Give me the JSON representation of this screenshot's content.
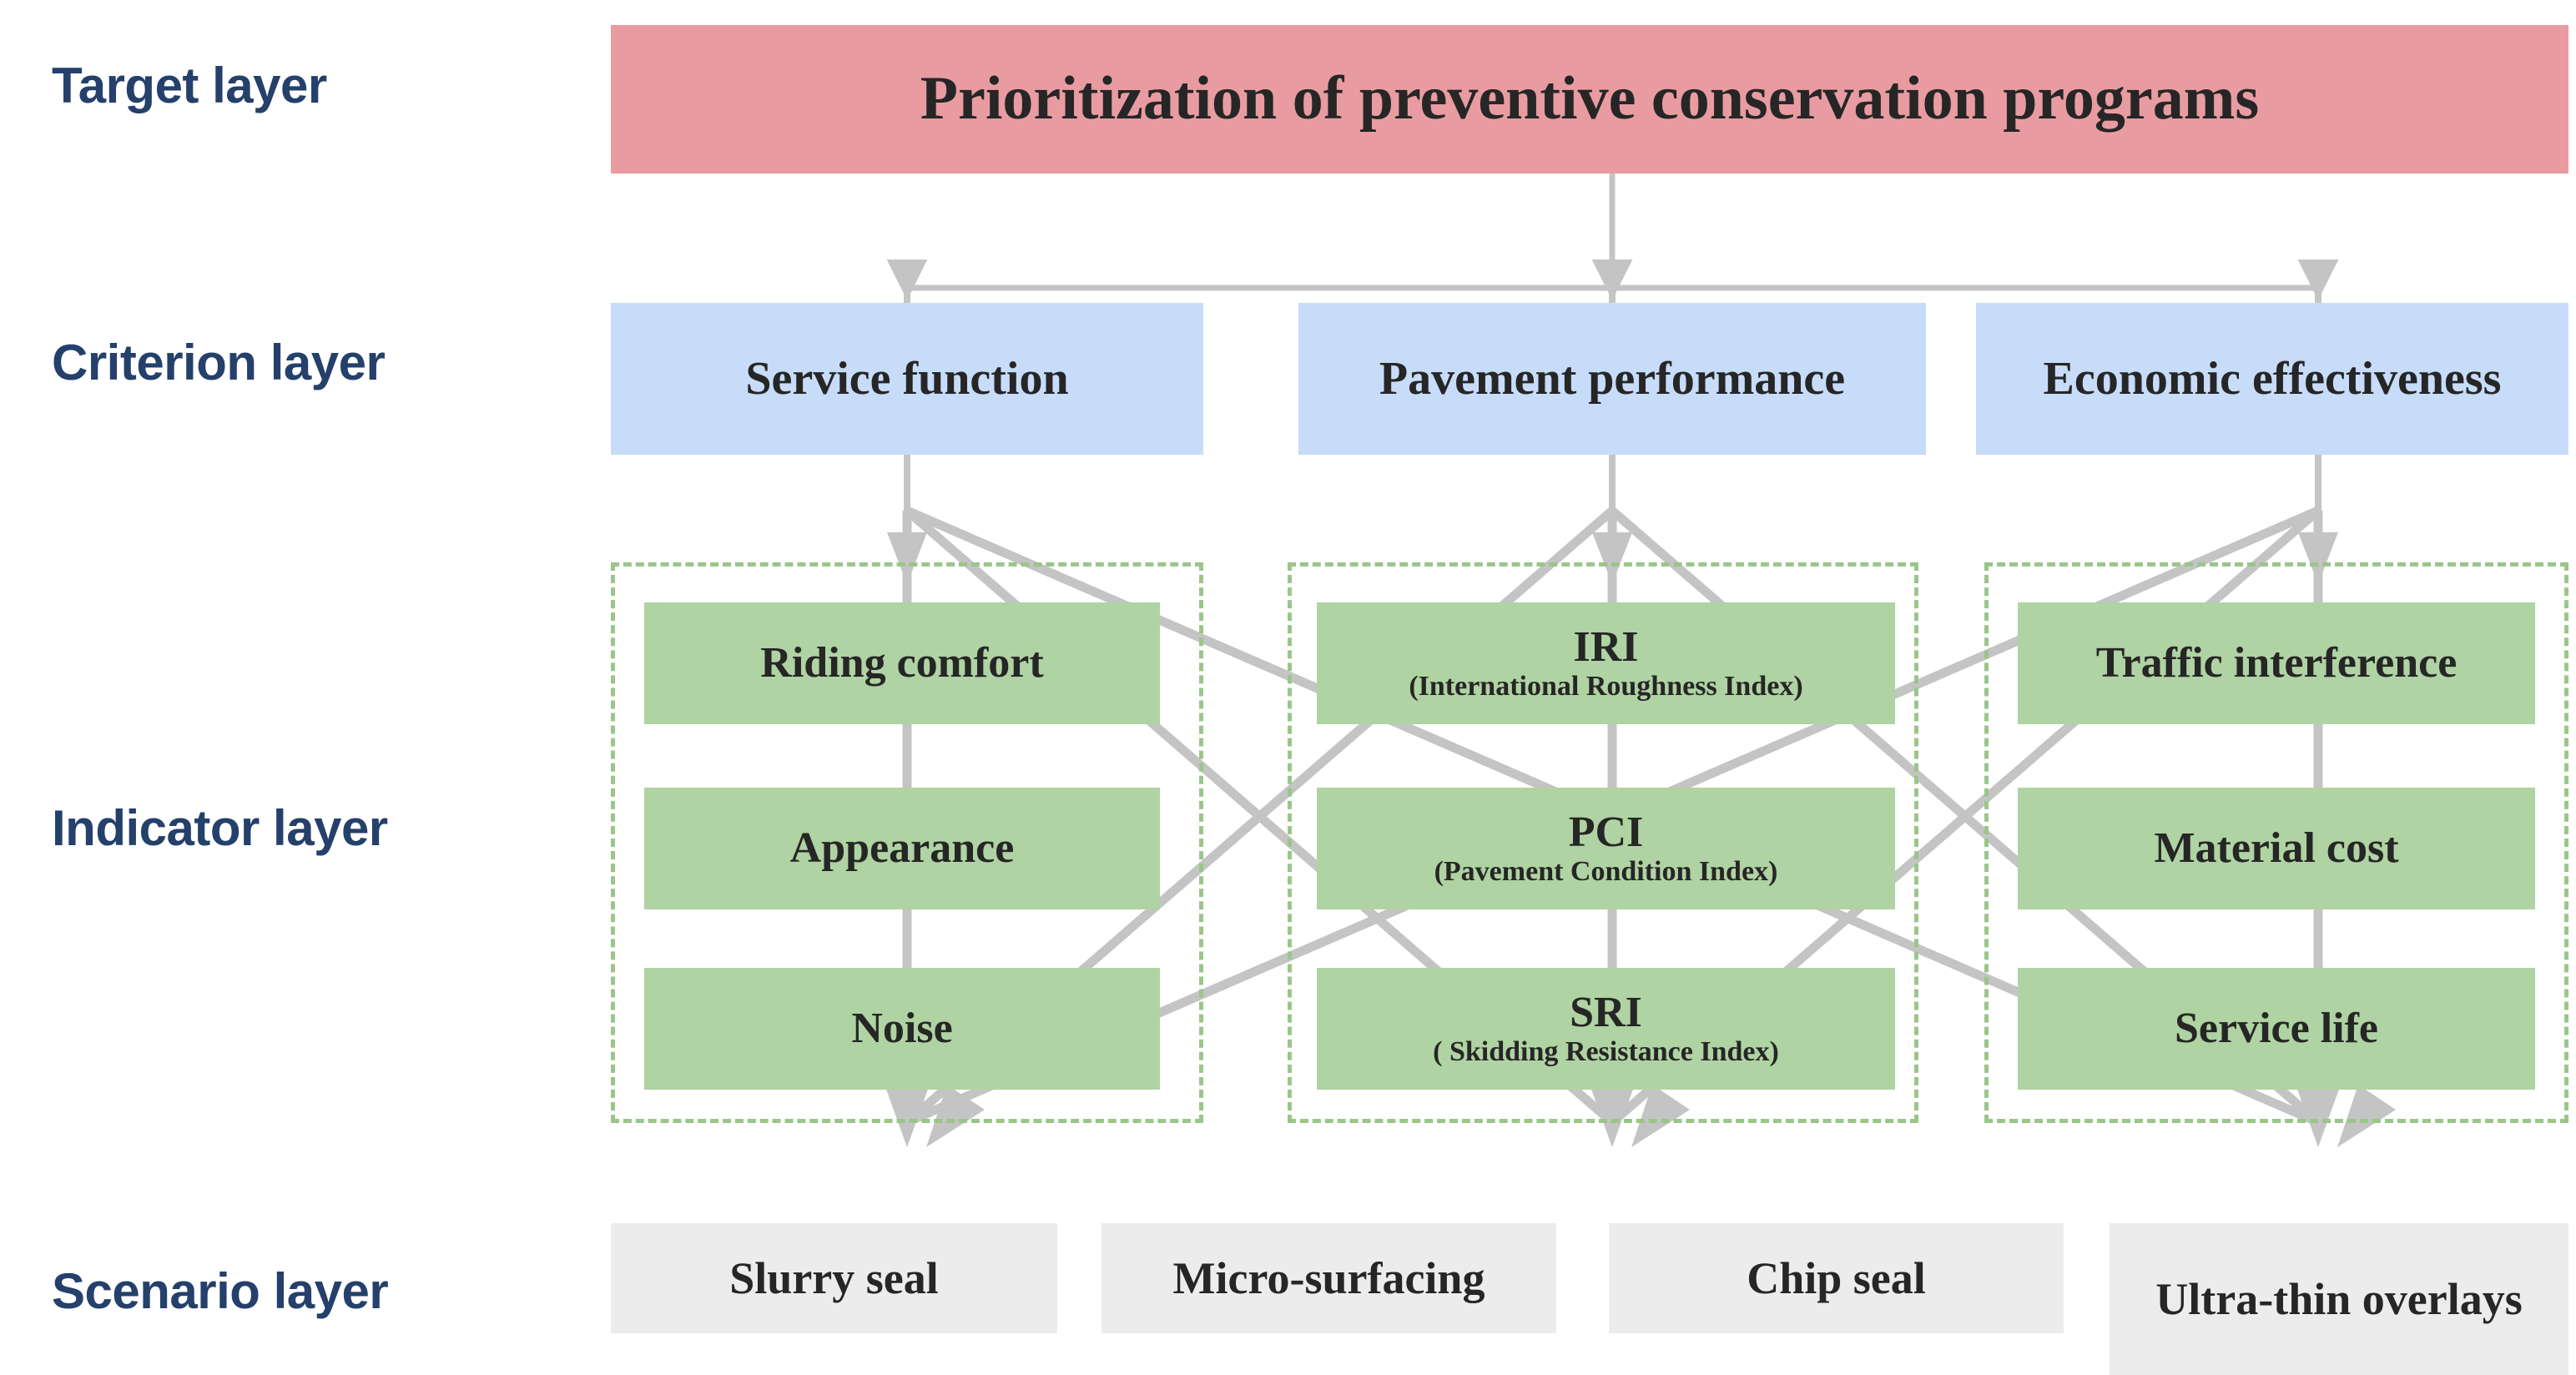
{
  "colors": {
    "target_fill": "#E89CA1",
    "criterion_fill": "#C7DCF8",
    "indicator_fill": "#AFD3A2",
    "indicator_group_border": "#9AC68A",
    "scenario_fill": "#ECECEC",
    "label_text": "#24406B",
    "node_text": "#262626",
    "arrow": "#C4C4C4",
    "background": "#FFFFFF"
  },
  "layer_labels": {
    "target": "Target layer",
    "criterion": "Criterion layer",
    "indicator": "Indicator layer",
    "scenario": "Scenario layer"
  },
  "target": {
    "label": "Prioritization of preventive conservation programs"
  },
  "criteria": [
    {
      "label": "Service function"
    },
    {
      "label": "Pavement performance"
    },
    {
      "label": "Economic effectiveness"
    }
  ],
  "indicator_groups": [
    {
      "group_name": "service-function-indicators",
      "items": [
        {
          "label": "Riding comfort",
          "sub": ""
        },
        {
          "label": "Appearance",
          "sub": ""
        },
        {
          "label": "Noise",
          "sub": ""
        }
      ]
    },
    {
      "group_name": "pavement-performance-indicators",
      "items": [
        {
          "label": "IRI",
          "sub": "(International Roughness Index)"
        },
        {
          "label": "PCI",
          "sub": "(Pavement Condition Index)"
        },
        {
          "label": "SRI",
          "sub": "( Skidding Resistance Index)"
        }
      ]
    },
    {
      "group_name": "economic-effectiveness-indicators",
      "items": [
        {
          "label": "Traffic interference",
          "sub": ""
        },
        {
          "label": "Material cost",
          "sub": ""
        },
        {
          "label": "Service life",
          "sub": ""
        }
      ]
    }
  ],
  "scenarios": [
    {
      "label": "Slurry seal"
    },
    {
      "label": "Micro-surfacing"
    },
    {
      "label": "Chip seal"
    },
    {
      "label": "Ultra-thin overlays"
    }
  ]
}
